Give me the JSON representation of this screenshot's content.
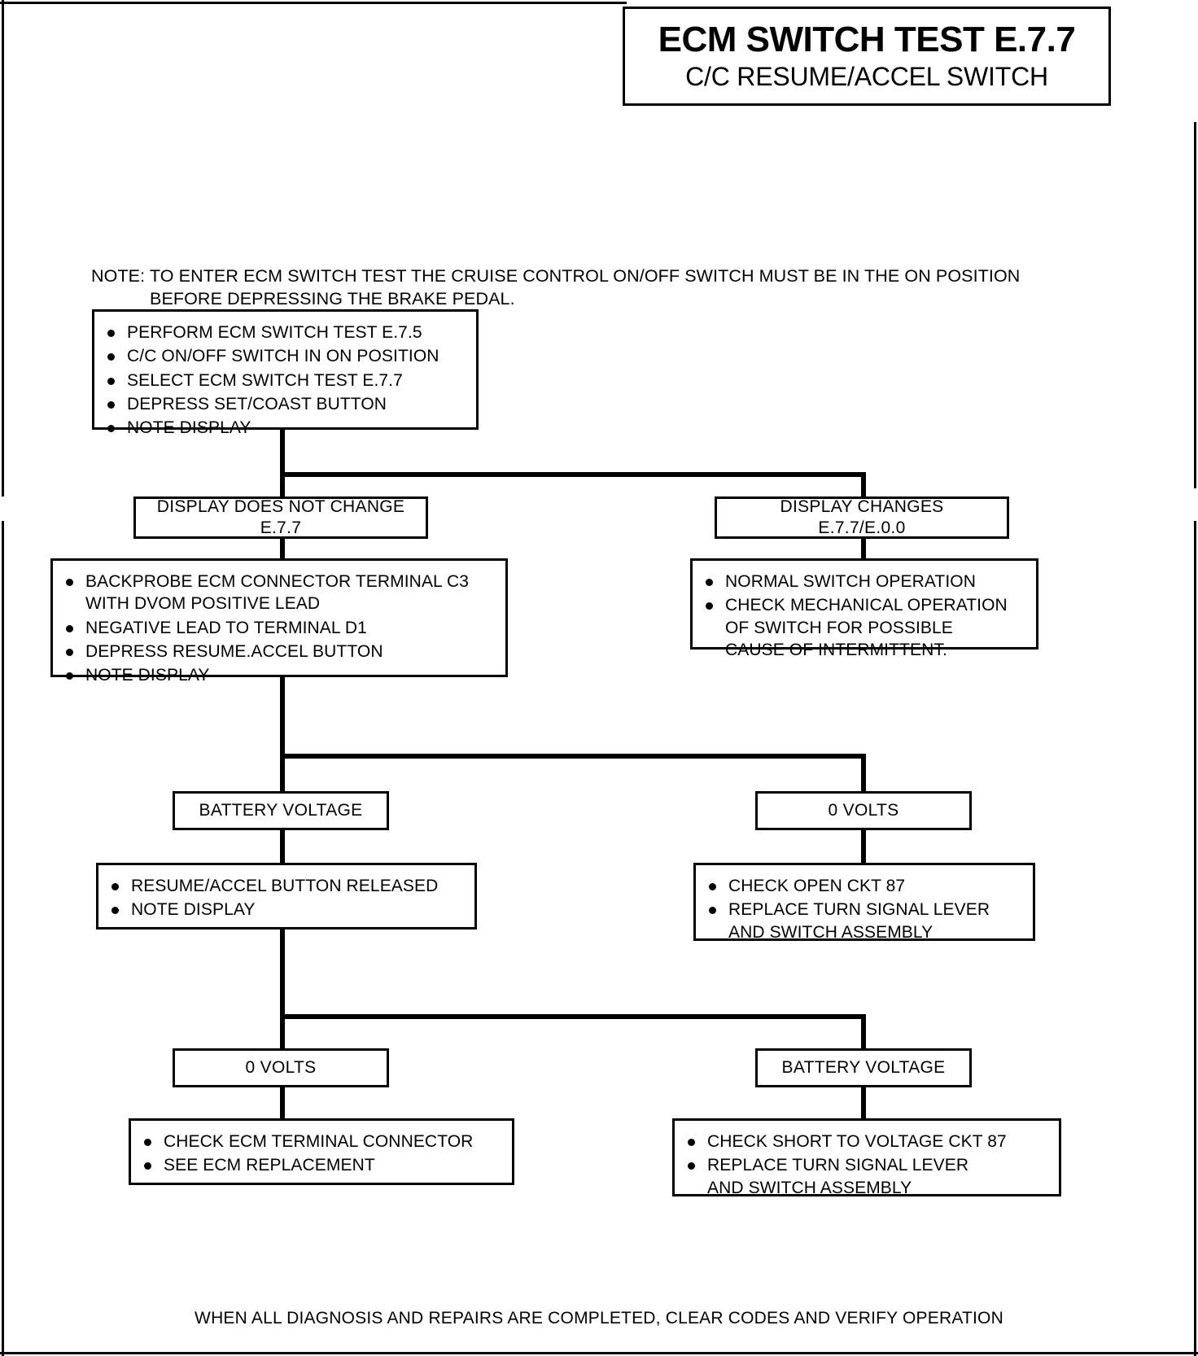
{
  "title": {
    "main": "ECM SWITCH TEST E.7.7",
    "sub": "C/C RESUME/ACCEL SWITCH"
  },
  "note": {
    "line1": "NOTE: TO ENTER ECM SWITCH TEST THE CRUISE CONTROL ON/OFF SWITCH MUST BE IN THE ON POSITION",
    "line2": "BEFORE DEPRESSING THE BRAKE PEDAL."
  },
  "step1": {
    "items": [
      "PERFORM ECM SWITCH TEST E.7.5",
      "C/C ON/OFF SWITCH IN ON POSITION",
      "SELECT ECM SWITCH TEST E.7.7",
      "DEPRESS SET/COAST BUTTON",
      "NOTE DISPLAY"
    ]
  },
  "branch1_left": {
    "line1": "DISPLAY DOES NOT CHANGE",
    "line2": "E.7.7"
  },
  "branch1_right": {
    "line1": "DISPLAY CHANGES",
    "line2": "E.7.7/E.0.0"
  },
  "step2_left": {
    "items": [
      {
        "text": "BACKPROBE ECM CONNECTOR TERMINAL C3",
        "cont": "WITH DVOM POSITIVE LEAD"
      },
      {
        "text": "NEGATIVE LEAD TO TERMINAL D1",
        "cont": ""
      },
      {
        "text": "DEPRESS RESUME.ACCEL BUTTON",
        "cont": ""
      },
      {
        "text": "NOTE DISPLAY",
        "cont": ""
      }
    ]
  },
  "step2_right": {
    "items": [
      {
        "text": "NORMAL SWITCH OPERATION",
        "cont": "",
        "cont2": ""
      },
      {
        "text": "CHECK MECHANICAL OPERATION",
        "cont": "OF SWITCH  FOR POSSIBLE",
        "cont2": "CAUSE OF INTERMITTENT."
      }
    ]
  },
  "branch2_left": {
    "line1": "BATTERY VOLTAGE",
    "line2": ""
  },
  "branch2_right": {
    "line1": "0 VOLTS",
    "line2": ""
  },
  "step3_left": {
    "items": [
      {
        "text": "RESUME/ACCEL BUTTON RELEASED",
        "cont": ""
      },
      {
        "text": "NOTE DISPLAY",
        "cont": ""
      }
    ]
  },
  "step3_right": {
    "items": [
      {
        "text": "CHECK OPEN CKT 87",
        "cont": ""
      },
      {
        "text": "REPLACE TURN SIGNAL LEVER",
        "cont": "AND SWITCH ASSEMBLY"
      }
    ]
  },
  "branch3_left": {
    "line1": "0 VOLTS",
    "line2": ""
  },
  "branch3_right": {
    "line1": "BATTERY VOLTAGE",
    "line2": ""
  },
  "step4_left": {
    "items": [
      {
        "text": "CHECK ECM TERMINAL CONNECTOR",
        "cont": ""
      },
      {
        "text": "SEE ECM REPLACEMENT",
        "cont": ""
      }
    ]
  },
  "step4_right": {
    "items": [
      {
        "text": "CHECK SHORT TO VOLTAGE CKT 87",
        "cont": ""
      },
      {
        "text": "REPLACE TURN SIGNAL LEVER",
        "cont": "AND SWITCH ASSEMBLY"
      }
    ]
  },
  "footer": {
    "text": "WHEN ALL DIAGNOSIS AND REPAIRS ARE COMPLETED, CLEAR CODES AND VERIFY  OPERATION"
  },
  "colors": {
    "ink": "#000000",
    "paper": "#ffffff"
  }
}
